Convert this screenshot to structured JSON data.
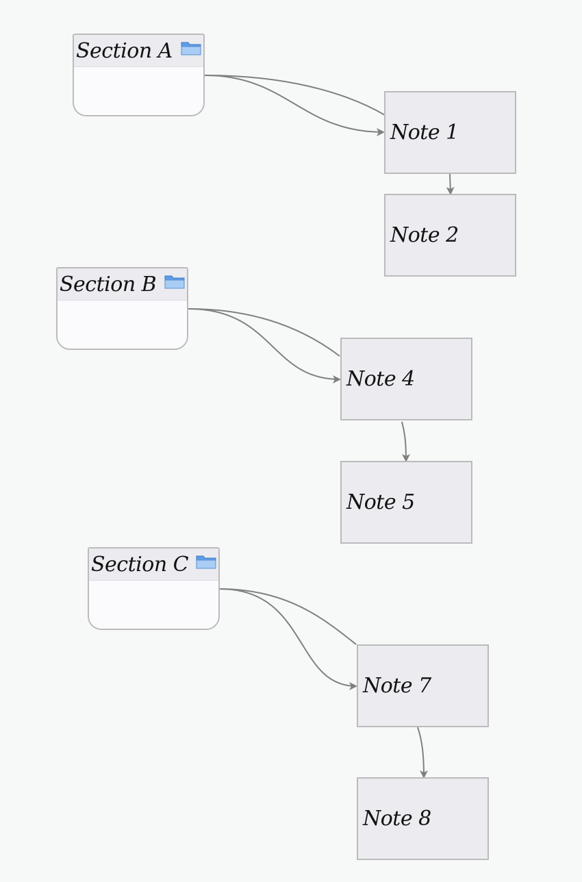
{
  "diagram": {
    "sections": [
      {
        "title": "Section A",
        "icon": "folder-icon"
      },
      {
        "title": "Section B",
        "icon": "folder-icon"
      },
      {
        "title": "Section C",
        "icon": "folder-icon"
      }
    ],
    "notes": [
      {
        "title": "Note 1"
      },
      {
        "title": "Note 2"
      },
      {
        "title": "Note 4"
      },
      {
        "title": "Note 5"
      },
      {
        "title": "Note 7"
      },
      {
        "title": "Note 8"
      }
    ],
    "colors": {
      "edge": "#808080",
      "node_border": "#bbbbbb",
      "node_fill": "#ebebf0",
      "background": "#f7f9f9"
    }
  }
}
